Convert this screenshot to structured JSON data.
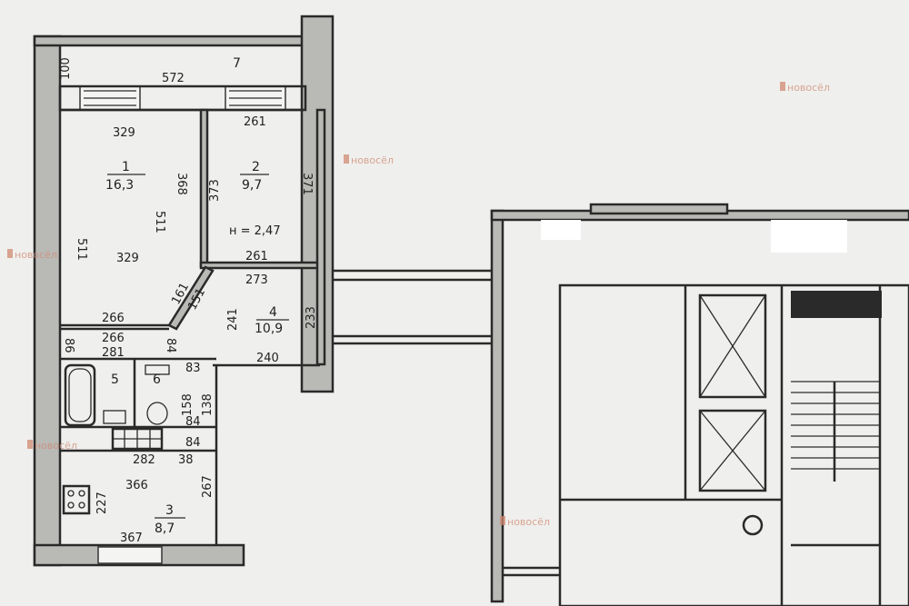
{
  "plan": {
    "watermark_text": "новосёл",
    "rooms": [
      {
        "num": "1",
        "area": "16,3"
      },
      {
        "num": "2",
        "area": "9,7"
      },
      {
        "num": "3",
        "area": "8,7"
      },
      {
        "num": "4",
        "area": "10,9"
      },
      {
        "num": "5"
      },
      {
        "num": "6"
      },
      {
        "num": "7"
      }
    ],
    "ceiling_height": "н = 2,47",
    "dimensions": {
      "balcony_depth": "100",
      "balcony_length": "572",
      "room1_top": "329",
      "room1_mid": "329",
      "room1_left": "511",
      "room1_right": "511",
      "room1_bottom": "266",
      "room1_partition": "368",
      "room2_top": "261",
      "room2_bottom": "261",
      "room2_left": "373",
      "room2_right": "371",
      "diag_outer": "161",
      "diag_inner": "151",
      "hall_top": "273",
      "hall_left": "241",
      "hall_right": "233",
      "hall_bottom": "240",
      "bath_top_a": "266",
      "bath_top_b": "281",
      "bath_left": "86",
      "bath_right": "84",
      "wc_width": "83",
      "wc_h1": "158",
      "wc_h2": "138",
      "vent_a": "84",
      "vent_b": "84",
      "kitchen_top_a": "282",
      "kitchen_side": "38",
      "kitchen_top_b": "366",
      "kitchen_bottom": "367",
      "kitchen_left": "227",
      "kitchen_right": "267"
    }
  }
}
